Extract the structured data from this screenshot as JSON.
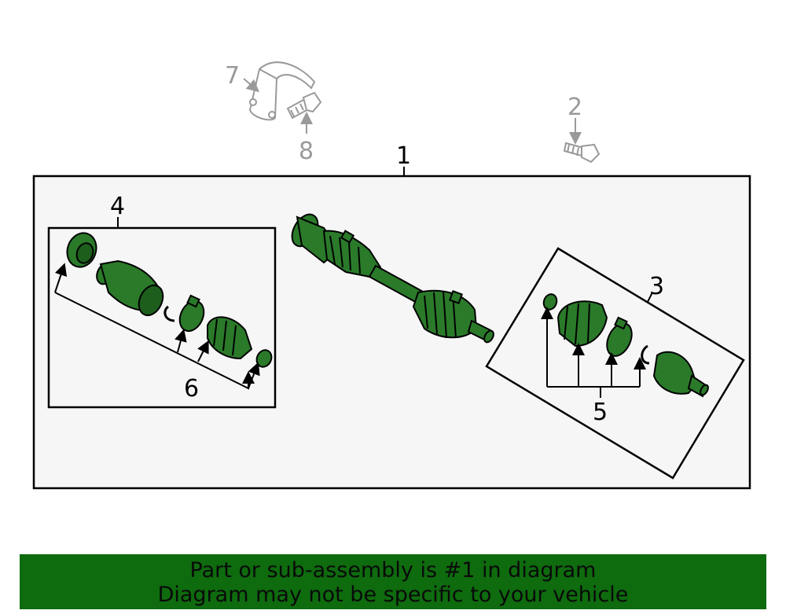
{
  "callouts": {
    "c1": "1",
    "c2": "2",
    "c3": "3",
    "c4": "4",
    "c5": "5",
    "c6": "6",
    "c7": "7",
    "c8": "8"
  },
  "banner": {
    "line1": "Part or sub-assembly is #1 in diagram",
    "line2": "Diagram may not be specific to your vehicle"
  },
  "colors": {
    "part_fill": "#2a7a2a",
    "part_dark": "#0f4a0f",
    "banner": "#0e6b0e",
    "panel": "#f6f6f6",
    "ghost": "#9a9a9a"
  }
}
